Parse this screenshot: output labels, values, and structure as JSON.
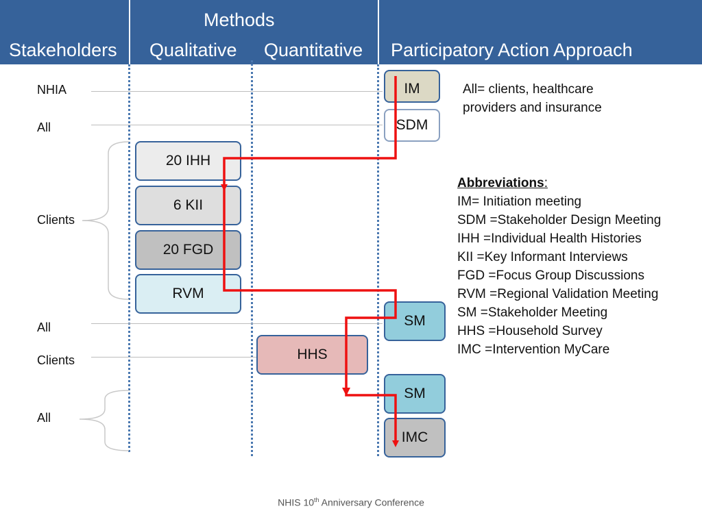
{
  "header": {
    "methods": "Methods",
    "stakeholders": "Stakeholders",
    "qualitative": "Qualitative",
    "quantitative": "Quantitative",
    "participatory": "Participatory Action Approach"
  },
  "stakeholder_labels": {
    "nhia": "NHIA",
    "all_1": "All",
    "clients_1": "Clients",
    "all_2": "All",
    "clients_2": "Clients",
    "all_3": "All"
  },
  "boxes": {
    "im": "IM",
    "sdm": "SDM",
    "ihh": "20 IHH",
    "kii": "6 KII",
    "fgd": "20 FGD",
    "rvm": "RVM",
    "sm1": "SM",
    "hhs": "HHS",
    "sm2": "SM",
    "imc": "IMC"
  },
  "all_note": [
    "All= clients, healthcare",
    "providers and insurance"
  ],
  "abbreviations": {
    "title": "Abbreviations",
    "items": [
      "IM= Initiation meeting",
      "SDM =Stakeholder Design Meeting",
      "IHH =Individual Health Histories",
      "KII =Key Informant Interviews",
      "FGD =Focus Group Discussions",
      "RVM =Regional Validation Meeting",
      "SM =Stakeholder Meeting",
      "HHS =Household Survey",
      "IMC =Intervention MyCare"
    ]
  },
  "footer": {
    "text": "NHIS 10",
    "sup": "th",
    "rest": " Anniversary Conference"
  },
  "colors": {
    "header_bg": "#36629a",
    "arrow": "#ee1111",
    "box_border": "#36629a",
    "im_fill": "#dcd9c5",
    "sm_fill": "#92cddc",
    "hhs_fill": "#e6b9b8",
    "fgd_fill": "#c0c0c0",
    "rvm_fill": "#daeef3"
  }
}
